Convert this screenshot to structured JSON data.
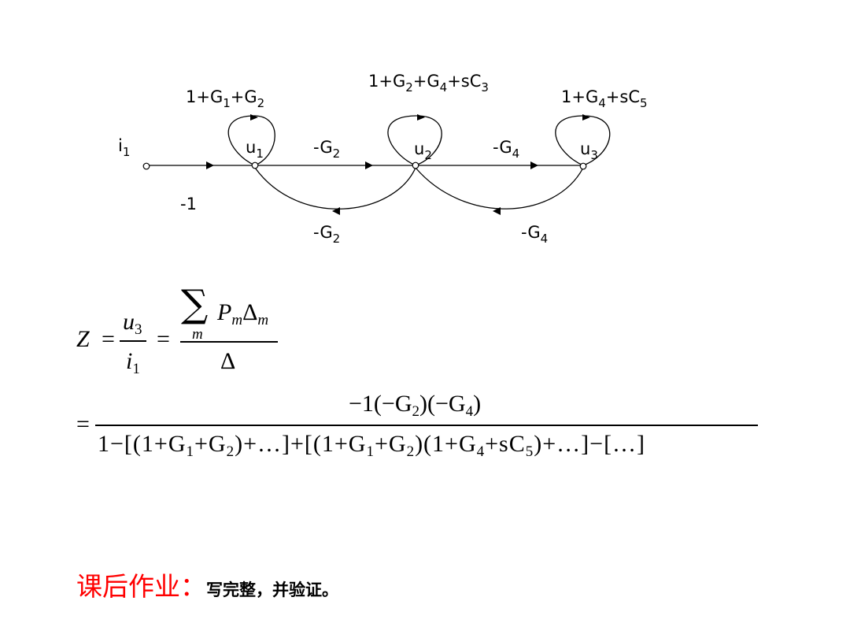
{
  "graph": {
    "nodes": {
      "input": {
        "name": "i",
        "sub": "1"
      },
      "u1": {
        "name": "u",
        "sub": "1"
      },
      "u2": {
        "name": "u",
        "sub": "2"
      },
      "u3": {
        "name": "u",
        "sub": "3"
      }
    },
    "branches": {
      "input_gain": "-1",
      "u1_u2_forward": {
        "prefix": "-G",
        "sub": "2"
      },
      "u2_u3_forward": {
        "prefix": "-G",
        "sub": "4"
      },
      "u2_u1_return": {
        "prefix": "-G",
        "sub": "2"
      },
      "u3_u2_return": {
        "prefix": "-G",
        "sub": "4"
      }
    },
    "self_loops": {
      "u1": {
        "p1": "1+G",
        "s1": "1",
        "p2": "+G",
        "s2": "2"
      },
      "u2": {
        "p1": "1+G",
        "s1": "2",
        "p2": "+G",
        "s2": "4",
        "p3": "+sC",
        "s3": "3"
      },
      "u3": {
        "p1": "1+G",
        "s1": "4",
        "p2": "+sC",
        "s2": "5"
      }
    }
  },
  "formula": {
    "line1": {
      "lhs": "Z",
      "eq": "=",
      "ratio_num": "u",
      "ratio_num_sub": "3",
      "ratio_den": "i",
      "ratio_den_sub": "1",
      "sum_symbol": "∑",
      "sum_index": "m",
      "sum_term": "P",
      "sum_term_sub": "m",
      "sum_delta": "Δ",
      "sum_delta_sub": "m",
      "den": "Δ"
    },
    "line2": {
      "eq": "=",
      "num_a": "−1(−G",
      "num_a_sub": "2",
      "num_b": ")(−G",
      "num_b_sub": "4",
      "num_c": ")",
      "d1": "1−[(1+G",
      "d1s": "1",
      "d2": "+G",
      "d2s": "2",
      "d3": ")+…]+[(1+G",
      "d3s": "1",
      "d4": "+G",
      "d4s": "2",
      "d5": ")(1+G",
      "d5s": "4",
      "d6": "+sC",
      "d6s": "5",
      "d7": ")+…]−[…]"
    }
  },
  "homework": {
    "title": "课后作业：",
    "body": "写完整，并验证。"
  },
  "colors": {
    "homework_title": "#ff0000",
    "text": "#000000"
  }
}
